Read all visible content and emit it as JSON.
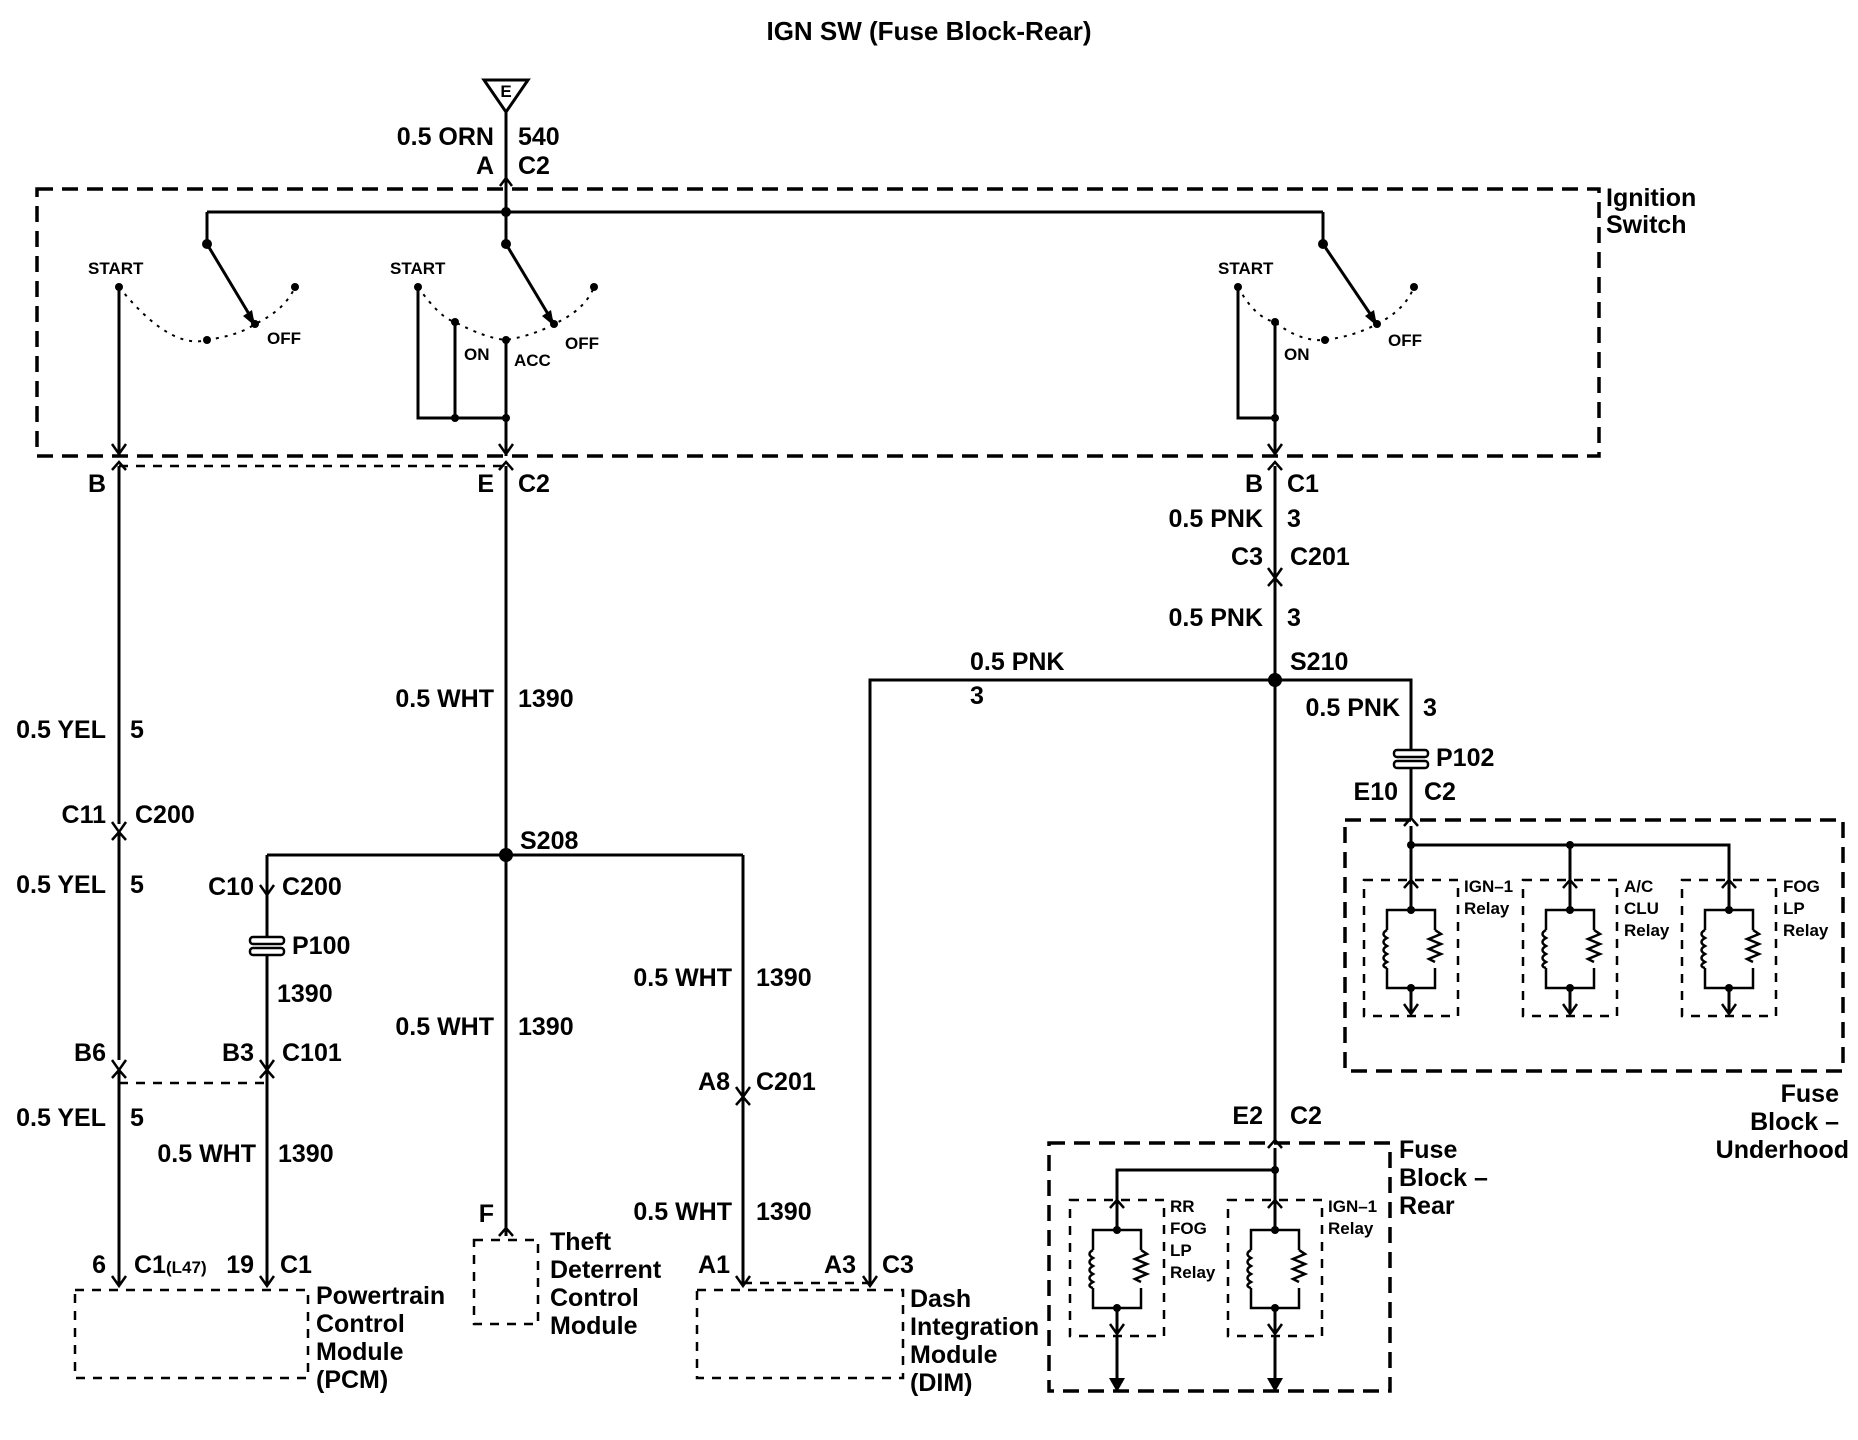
{
  "title": "IGN SW (Fuse Block-Rear)",
  "source": {
    "ground_letter": "E",
    "wire_gauge": "0.5 ORN",
    "circuit": "540",
    "pin": "A",
    "connector": "C2"
  },
  "ignition_switch": {
    "name": "Ignition Switch",
    "positions": {
      "start": "START",
      "off": "OFF",
      "on": "ON",
      "acc": "ACC"
    }
  },
  "outputs": {
    "b": {
      "pin": "B"
    },
    "e": {
      "pin": "E",
      "connector": "C2"
    },
    "b_c1": {
      "pin": "B",
      "connector": "C1"
    }
  },
  "wires": {
    "yel": {
      "gauge": "0.5 YEL",
      "circuit": "5"
    },
    "wht": {
      "gauge": "0.5 WHT",
      "circuit": "1390"
    },
    "pnk": {
      "gauge": "0.5 PNK",
      "circuit": "3"
    }
  },
  "connectors": {
    "c200_a": {
      "pin": "C11",
      "connector": "C200"
    },
    "c200_b": {
      "pin": "C10",
      "connector": "C200"
    },
    "p100": "P100",
    "p100_circuit": "1390",
    "c101": {
      "pin_a": "B6",
      "pin_b": "B3",
      "connector": "C101"
    },
    "c201_pnk": {
      "pin": "C3",
      "connector": "C201"
    },
    "c201_wht": {
      "pin": "A8",
      "connector": "C201"
    },
    "p102": "P102",
    "e10": {
      "pin": "E10",
      "connector": "C2"
    },
    "e2": {
      "pin": "E2",
      "connector": "C2"
    }
  },
  "splices": {
    "s208": "S208",
    "s210": "S210"
  },
  "pcm": {
    "pin_a": "6",
    "connector_a": "C1",
    "option": "(L47)",
    "pin_b": "19",
    "connector_b": "C1",
    "name": [
      "Powertrain",
      "Control",
      "Module",
      "(PCM)"
    ]
  },
  "tdcm": {
    "pin": "F",
    "name": [
      "Theft",
      "Deterrent",
      "Control",
      "Module"
    ]
  },
  "dim": {
    "pin_a": "A1",
    "pin_b": "A3",
    "connector": "C3",
    "name": [
      "Dash",
      "Integration",
      "Module",
      "(DIM)"
    ]
  },
  "fuse_block_underhood": {
    "name": [
      "Fuse",
      "Block –",
      "Underhood"
    ],
    "relays": [
      [
        "IGN–1",
        "Relay"
      ],
      [
        "A/C",
        "CLU",
        "Relay"
      ],
      [
        "FOG",
        "LP",
        "Relay"
      ]
    ]
  },
  "fuse_block_rear": {
    "name": [
      "Fuse",
      "Block –",
      "Rear"
    ],
    "relays": [
      [
        "RR",
        "FOG",
        "LP",
        "Relay"
      ],
      [
        "IGN–1",
        "Relay"
      ]
    ]
  }
}
